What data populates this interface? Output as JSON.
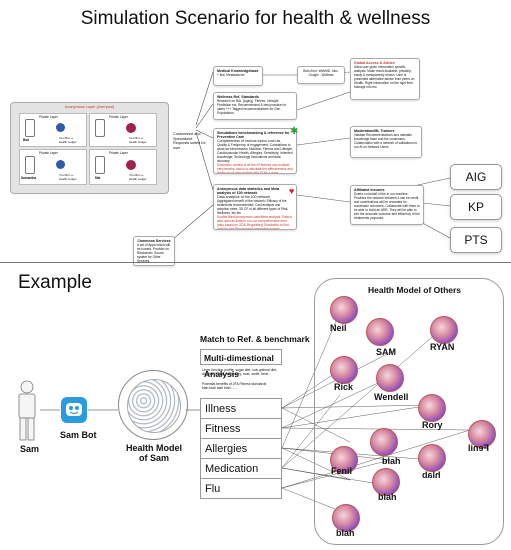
{
  "scenario": {
    "title": "Simulation Scenario for health & wellness",
    "anon_layer": {
      "label": "Anonymous Layer (Userpool)",
      "private_layer": "Private Layer",
      "users": [
        "Bob",
        "Samantha",
        "Mia"
      ],
      "your_info": "Your Bot ++\nHealth Ledger"
    },
    "customized_text": "Customized and Specialized Requests suited for user",
    "cards": {
      "medical": {
        "title": "Medical Knowledgebase",
        "sub": "+ Bot, Metadata etc"
      },
      "bots": {
        "text": "Bots from: WebMD, Idoc, Google - Wolfram"
      },
      "wellness": {
        "title": "Wellness Ref. Standards",
        "lines": "Research on BAL (Aging), Fitness, Lifestyle Prediction etc. Recommended & best practice for users +++ Tagged recommendations for Gen Populations"
      },
      "access": {
        "title": "Global Access & Advice",
        "lines": "Allow user given information specific analysis. Make result available, privately, easily & transparently shown. User is presented alternative advice from peers on Health. Right information on the right time. Manage info etc."
      },
      "benchmark": {
        "title": "Simulations benchmarking & reference for Preventive Care",
        "sub": "Completeness of various topics such as",
        "lines": "Quality & Frequency of engagement; Correlations to what-not benchmarks; Nutrition; Fitness and Lifestyle; Cardiovascular Health; Allergies, Sensitivity; Inherited knowledge; Technology Innovations and data accuracy",
        "red": "Simulation consist of all ten KPIs/trees and multiple benchmarks, that is to calculate the effectiveness and likelihood of peer models with ID for a more comprehensive outcome on those"
      },
      "anon": {
        "title": "Anonymous data statistics and Meta analysis of 100 network",
        "sub": "Data analytics of the 100 network",
        "lines": "Aggregated benefit of the network; Efficacy of the treatments recommended; Cost analysis and adoption rates; 3D CP of all different types of Risk, Wellness, etc etc",
        "red": "Double Blind/Anonymous data/Meta analysis. Data is also used as Data to run our comprehensive dem, (also based on GDA-Regulatory) Simulation to find-analyze and Recommend preventive actions"
      },
      "moderation": {
        "title": "Moderation/ML Trainers",
        "lines": "Validate Recommendations and maintain knowledge base and the consensus. Collaboration with a network of validations to run AI on Network Users"
      },
      "affiliated": {
        "title": "Affiliated Insurers",
        "lines": "Exerts on behalf of the in our machine. Provides the network between it can be credit and contributions will be rewarded for successful outcomes. Collaborate with them to be able to build an ARR. They will be able to see the accurate outcome and efficiency of the treatments proposed"
      },
      "common": {
        "title": "Commons Services",
        "lines": "A set of Apps which will be hosted. Provider on Blockchain. Sound-system for Other Services."
      }
    },
    "insurers": [
      "AIG",
      "KP",
      "PTS"
    ]
  },
  "example": {
    "title": "Example",
    "persons": {
      "sam": "Sam",
      "sambot": "Sam Bot",
      "health_model": "Health Model\nof Sam"
    },
    "match_header": "Match to Ref. & benchmark",
    "multi_header": "Multi-dimestional Analysis",
    "detail_1": "Lever function profile: sugar diet, sub-optimal diet, Alcohol: 0, age, sedentary, trust, smile, treat...",
    "detail_2": "Potential benefits of 2FA Fitness standards\nblah blah blah blah.......",
    "categories": [
      "Illness",
      "Fitness",
      "Allergies",
      "Medication",
      "Flu"
    ],
    "others_title": "Health Model of Others",
    "others": [
      "Neil",
      "SAM",
      "RYAN",
      "Rick",
      "Wendell",
      "Rory",
      "Fenil",
      "blah",
      "hlab",
      "blah",
      "Fenil",
      "blah"
    ]
  },
  "colors": {
    "accent": "#2a7fc1",
    "red": "#c0392b",
    "green": "#2e9e3a"
  }
}
